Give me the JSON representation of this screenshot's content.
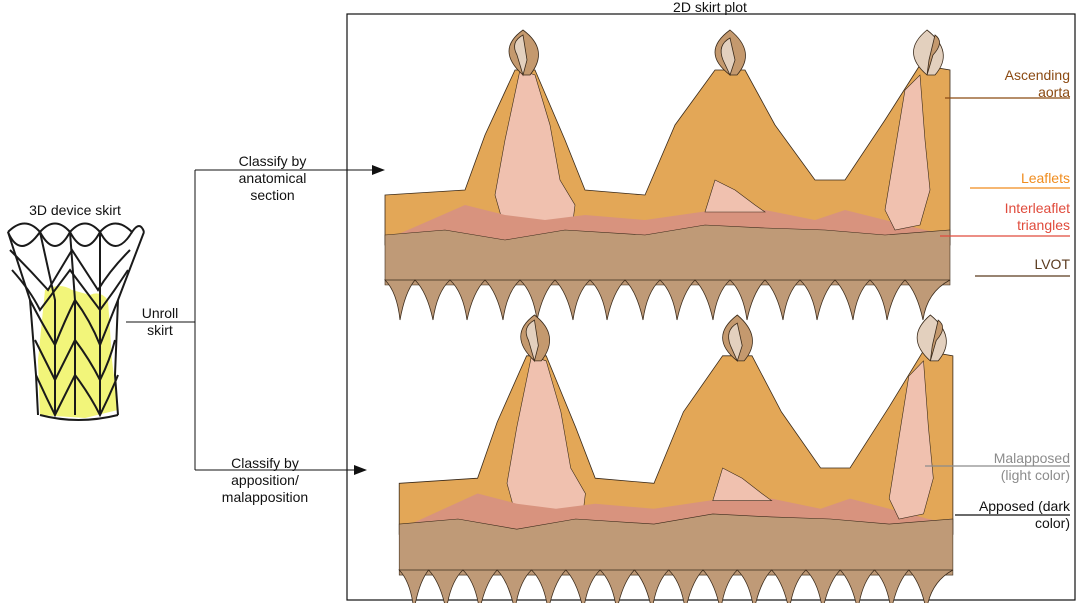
{
  "left": {
    "title": "3D device skirt",
    "unroll_label": "Unroll skirt"
  },
  "branches": {
    "top": "Classify by anatomical section",
    "bottom": "Classify by apposition/ malapposition"
  },
  "panel": {
    "title": "2D skirt plot"
  },
  "legend_top": [
    {
      "label": "Ascending aorta",
      "color": "#8B4A12"
    },
    {
      "label": "Leaflets",
      "color": "#F08C1E"
    },
    {
      "label": "Interleaflet triangles",
      "color": "#E04B3C"
    },
    {
      "label": "LVOT",
      "color": "#5A3A1E"
    }
  ],
  "legend_bottom": [
    {
      "label": "Malapposed (light color)",
      "color": "#8C8C8C"
    },
    {
      "label": "Apposed (dark color)",
      "color": "#111111"
    }
  ],
  "colors": {
    "leaflet_dark": "#E3A757",
    "leaflet_light": "#F2CF95",
    "lvot_dark": "#BF9A77",
    "lvot_light": "#E4D0BD",
    "aorta_dark": "#C4996E",
    "aorta_light": "#E3D0BE",
    "triangle_dark": "#D8937E",
    "triangle_light": "#F0C1AF",
    "stent_yellow": "#F2F57A"
  }
}
